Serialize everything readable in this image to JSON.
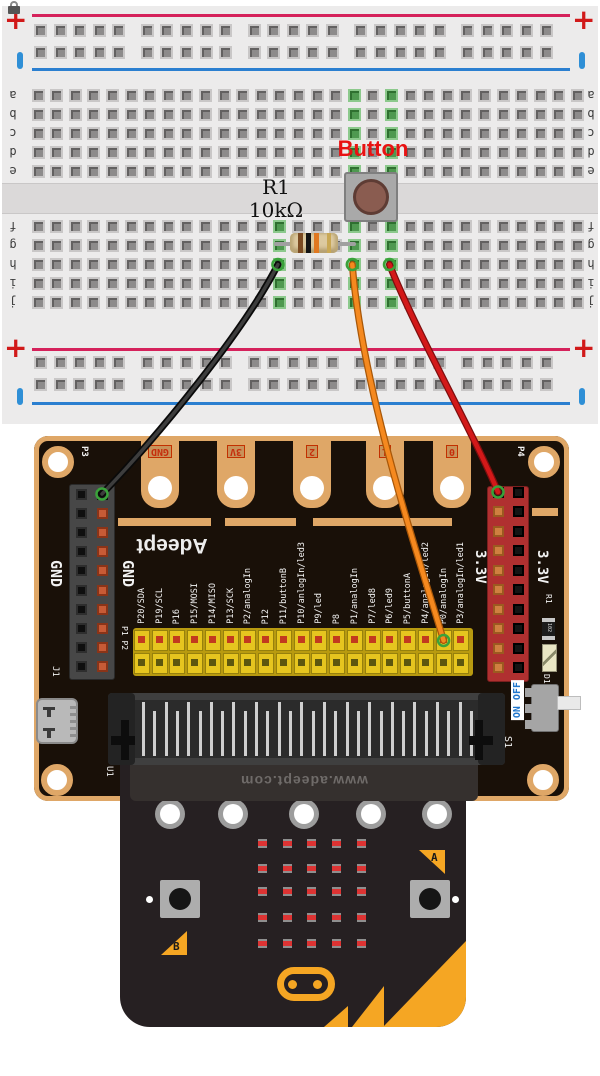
{
  "labels": {
    "button": "Button",
    "resistor_ref": "R1",
    "resistor_value": "10kΩ",
    "plus": "+"
  },
  "breadboard": {
    "row_letters": [
      "a",
      "b",
      "c",
      "d",
      "e",
      "f",
      "g",
      "h",
      "i",
      "j"
    ],
    "green_columns": {
      "14": "fghij",
      "18": "abcdefghij",
      "20": "abcdefghij"
    }
  },
  "board": {
    "brand": "Adeept",
    "website": "www.adeept.com",
    "tabs": [
      "GND",
      "3V",
      "2",
      "1",
      "0"
    ],
    "left_header": {
      "ref": "P3",
      "rail": "GND"
    },
    "right_header": {
      "ref": "P4",
      "rail": "3.3V"
    },
    "inner_header": {
      "ref": "P1 P2"
    },
    "pin_labels": [
      "P20/SDA",
      "P19/SCL",
      "P16",
      "P15/MOSI",
      "P14/MISO",
      "P13/SCK",
      "P2/analogIn",
      "P12",
      "P11/buttonB",
      "P10/anlogIn/led3",
      "P9/led",
      "P8",
      "P1/analogIn",
      "P7/led8",
      "P6/led9",
      "P5/buttonA",
      "P4/analogIn/led2",
      "P0/analogIn",
      "P3/analogIn/led1"
    ],
    "components": {
      "usb": "J1",
      "connector": "U1",
      "switch": "S1",
      "switch_states": "ON OFF",
      "smd_resistor": "R1",
      "smd_code": "102",
      "led": "D1"
    }
  },
  "microbit": {
    "button_a": "A",
    "button_b": "B"
  },
  "colors": {
    "wire_black": "#3D3D3D",
    "wire_black_edge": "#0A0A0A",
    "wire_orange": "#F5891F",
    "wire_orange_edge": "#A85708",
    "wire_red": "#D31919",
    "wire_red_edge": "#7E0E0E",
    "connection_green": "#3AA23A",
    "button_label": "#E81212",
    "power_red": "#D5225B",
    "power_blue": "#2B7FD0"
  }
}
